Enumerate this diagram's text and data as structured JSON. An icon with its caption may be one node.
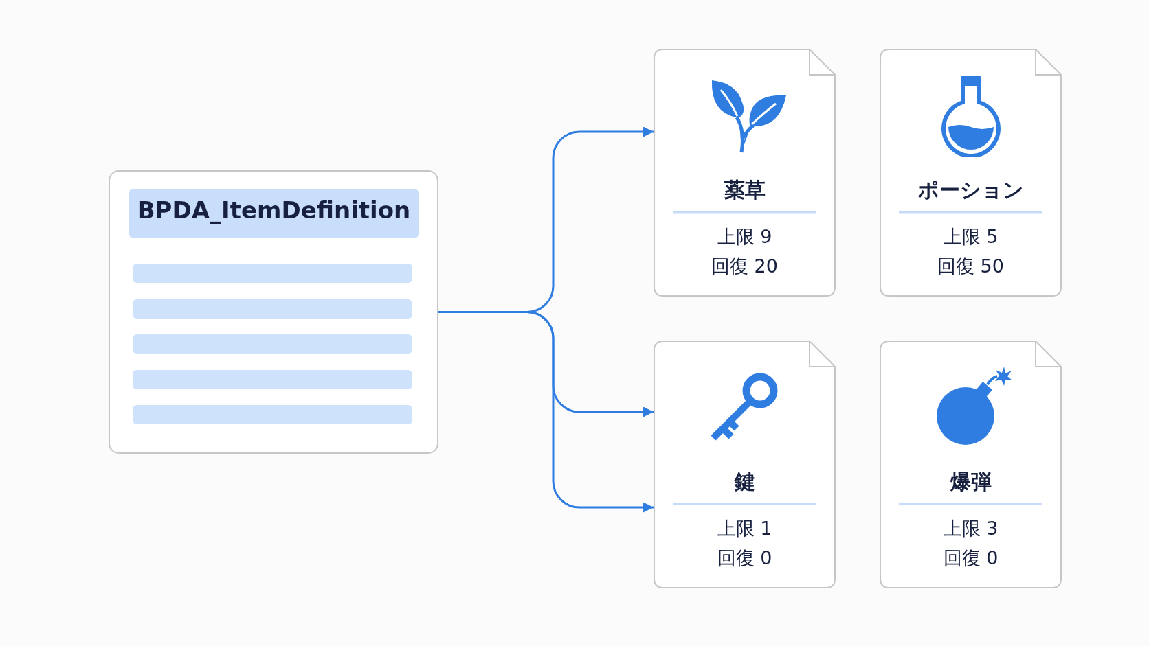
{
  "diagram": {
    "nodes": [
      {
        "text": [
          "BPDA_ItemDefinition"
        ]
      },
      {
        "text": [
          "薬草",
          "上限 9",
          "回復 20"
        ]
      },
      {
        "text": [
          "ポーション",
          "上限 5",
          "回復 50"
        ]
      },
      {
        "text": [
          "鍵",
          "上限 1",
          "回復 0"
        ]
      },
      {
        "text": [
          "爆弾",
          "上限 3",
          "回復 0"
        ]
      }
    ],
    "edges": [
      {
        "from": 0,
        "to": 1,
        "arrow": "to"
      },
      {
        "from": 0,
        "to": 3,
        "arrow": "to"
      },
      {
        "from": 0,
        "to": 3,
        "arrow": "to"
      }
    ]
  }
}
